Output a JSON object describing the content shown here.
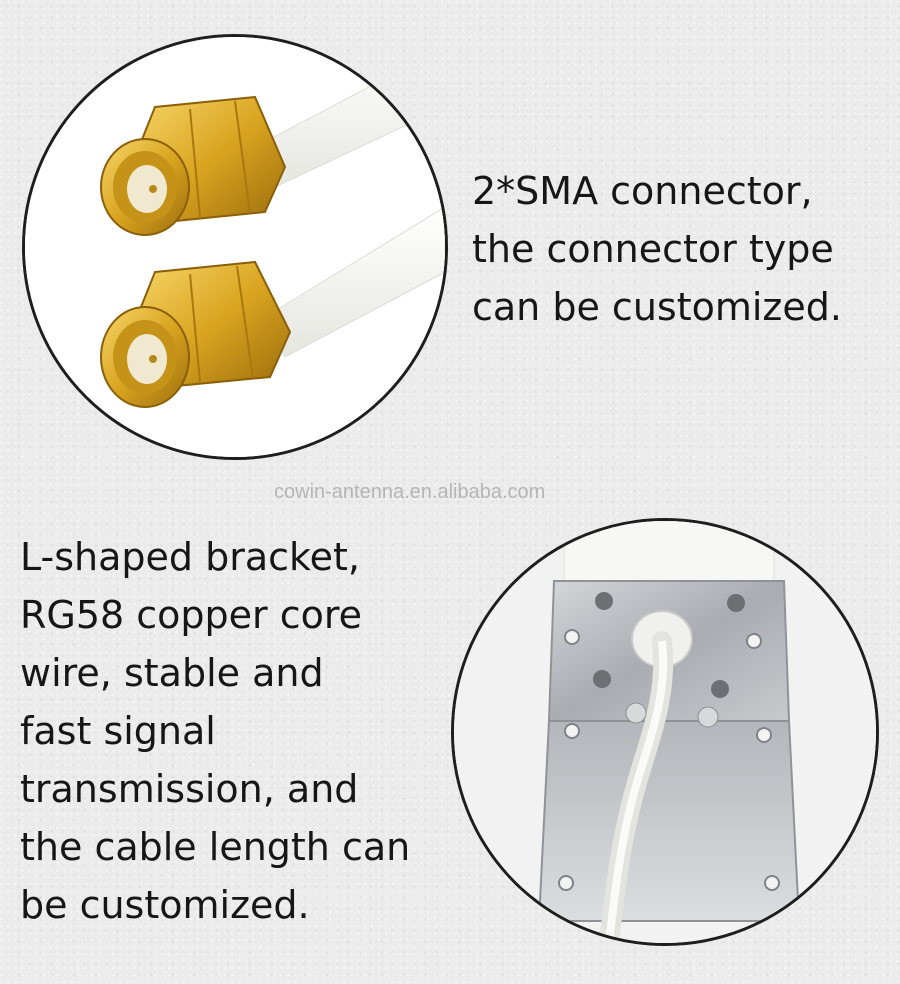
{
  "connector_section": {
    "caption": "2*SMA connector,\nthe connector type\ncan be customized."
  },
  "bracket_section": {
    "caption": "L-shaped bracket,\nRG58 copper core\nwire, stable and\nfast signal\ntransmission, and\nthe cable length can\nbe customized."
  },
  "watermark": "cowin-antenna.en.alibaba.com",
  "colors": {
    "background": "#ebebeb",
    "gold": "#d9a520",
    "cable": "#f4f4f0",
    "bracket": "#b9bcc0",
    "text": "#161616"
  }
}
